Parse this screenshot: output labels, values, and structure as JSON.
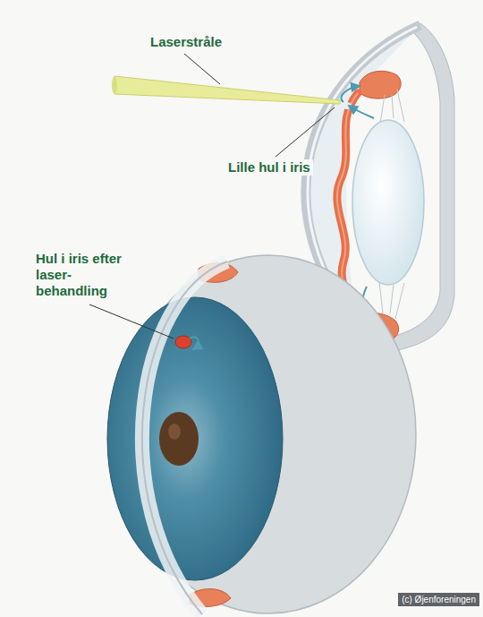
{
  "diagram": {
    "labels": [
      "Laserstråle",
      "Lille hul i iris",
      "Hul i iris efter laser- behandling",
      "(c) Øjenforeningen"
    ]
  }
}
